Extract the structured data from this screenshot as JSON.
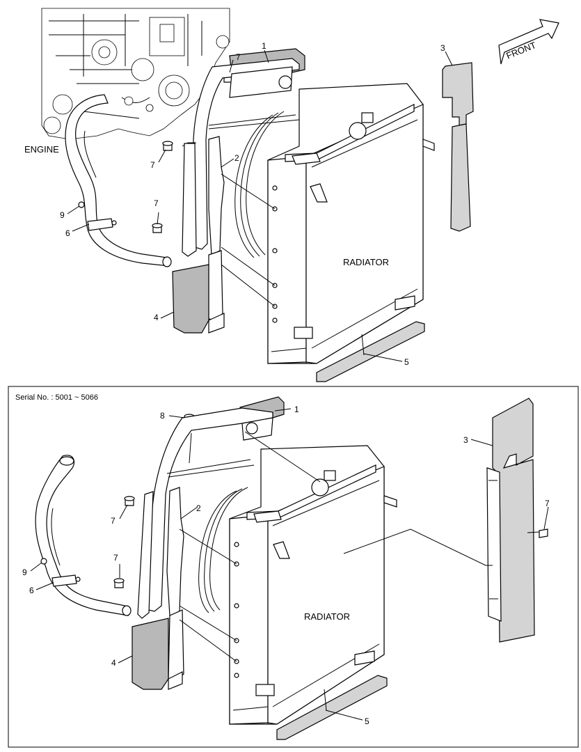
{
  "top_view": {
    "engine_label": "ENGINE",
    "radiator_label": "RADIATOR",
    "front_label": "FRONT",
    "callouts": {
      "p1": "1",
      "p2": "2",
      "p3": "3",
      "p4": "4",
      "p5": "5",
      "p6": "6",
      "p7a": "7",
      "p7b": "7",
      "p7c": "7",
      "p9": "9"
    }
  },
  "bottom_view": {
    "serial_text": "Serial No. : 5001 ~ 5066",
    "radiator_label": "RADIATOR",
    "callouts": {
      "p1": "1",
      "p2": "2",
      "p3": "3",
      "p4": "4",
      "p5": "5",
      "p6": "6",
      "p7a": "7",
      "p7b": "7",
      "p7c": "7",
      "p8": "8",
      "p9": "9"
    }
  },
  "colors": {
    "line": "#000000",
    "fill_gray": "#d4d4d4",
    "fill_dark": "#b8b8b8"
  }
}
